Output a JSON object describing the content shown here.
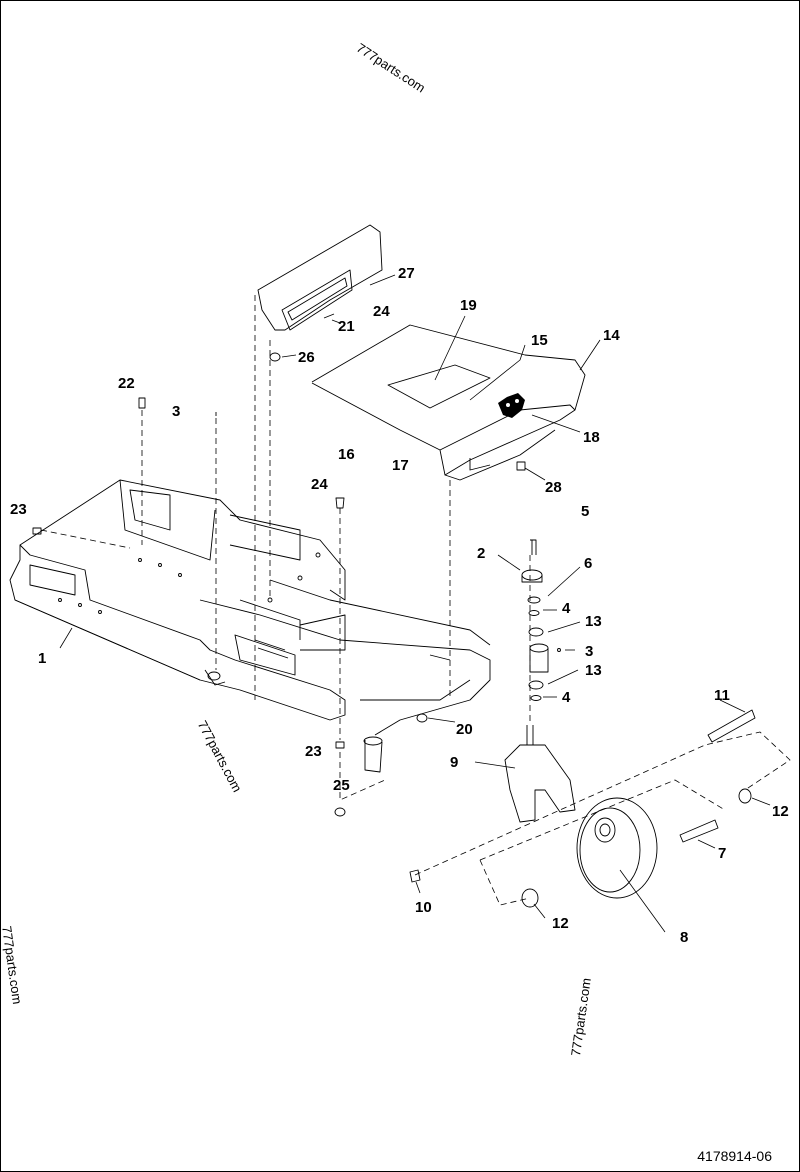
{
  "watermarks": [
    "777parts.com",
    "777parts.com",
    "777parts.com",
    "777parts.com"
  ],
  "document_id": "4178914-06",
  "callouts": [
    "1",
    "2",
    "3",
    "3",
    "4",
    "4",
    "5",
    "6",
    "7",
    "8",
    "9",
    "10",
    "11",
    "12",
    "12",
    "13",
    "13",
    "14",
    "15",
    "16",
    "17",
    "18",
    "19",
    "20",
    "21",
    "22",
    "23",
    "23",
    "24",
    "24",
    "25",
    "26",
    "27",
    "28"
  ]
}
